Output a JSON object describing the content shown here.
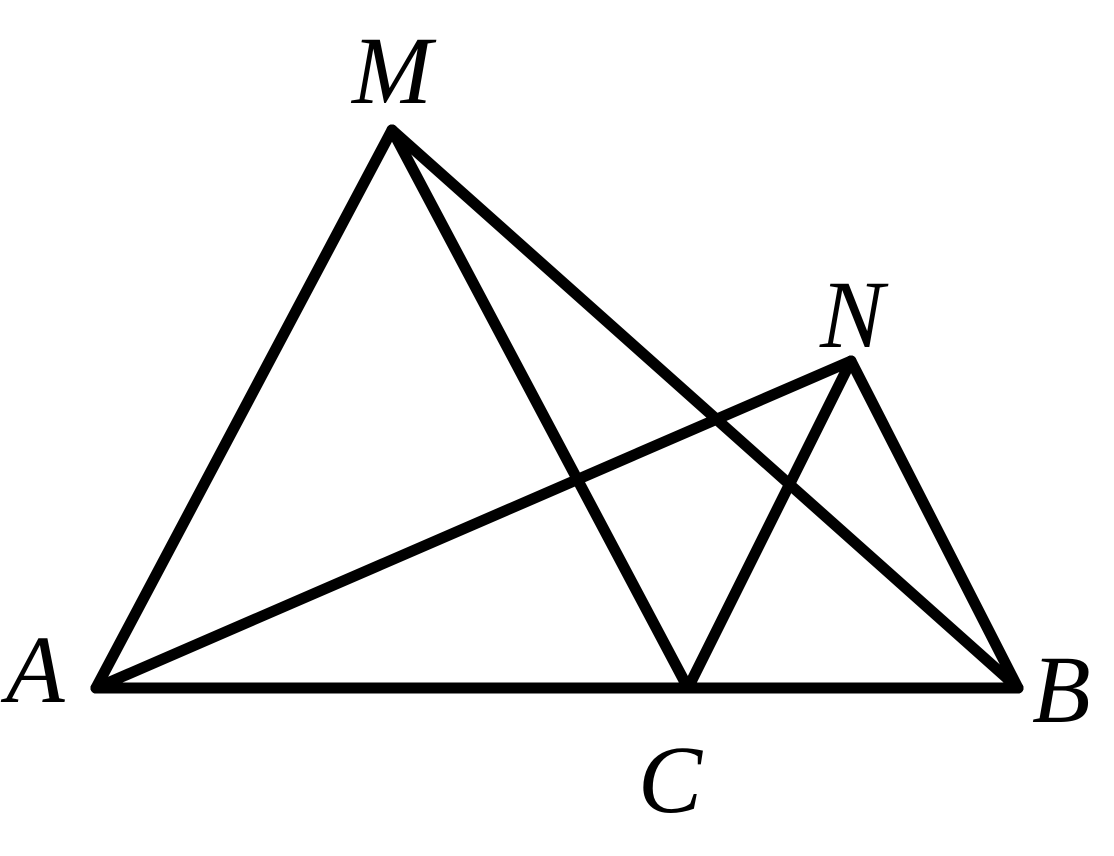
{
  "diagram": {
    "points": {
      "A": "A",
      "B": "B",
      "C": "C",
      "M": "M",
      "N": "N"
    },
    "segments": [
      "AM",
      "MC",
      "MB",
      "AN",
      "CN",
      "NB",
      "AB"
    ],
    "stroke_color": "#000000",
    "background_color": "#ffffff"
  }
}
